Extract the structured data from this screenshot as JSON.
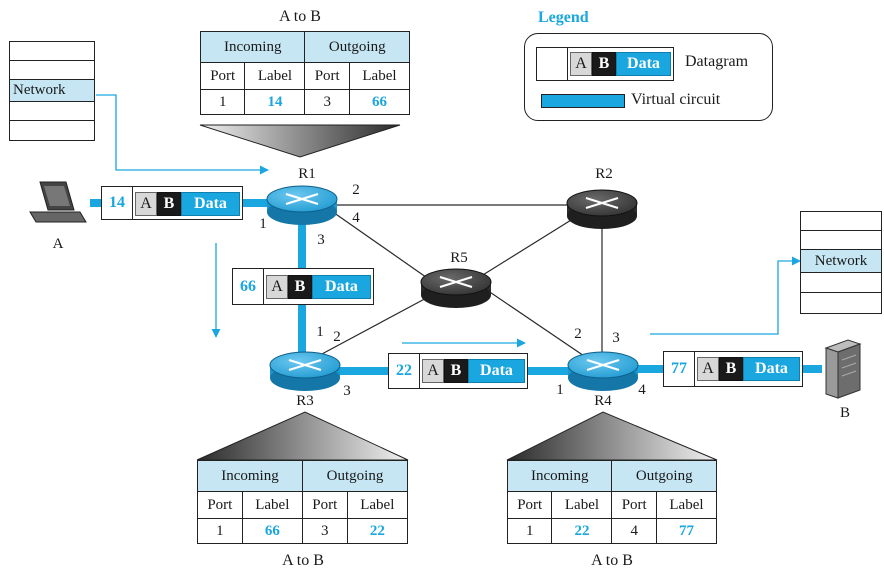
{
  "tables": {
    "r1": {
      "title": "A to B",
      "incoming": "Incoming",
      "outgoing": "Outgoing",
      "cols": [
        "Port",
        "Label",
        "Port",
        "Label"
      ],
      "row": [
        "1",
        "14",
        "3",
        "66"
      ]
    },
    "r3": {
      "title": "A to B",
      "incoming": "Incoming",
      "outgoing": "Outgoing",
      "cols": [
        "Port",
        "Label",
        "Port",
        "Label"
      ],
      "row": [
        "1",
        "66",
        "3",
        "22"
      ]
    },
    "r4": {
      "title": "A to B",
      "incoming": "Incoming",
      "outgoing": "Outgoing",
      "cols": [
        "Port",
        "Label",
        "Port",
        "Label"
      ],
      "row": [
        "1",
        "22",
        "4",
        "77"
      ]
    }
  },
  "legend": {
    "title": "Legend",
    "datagram": "Datagram",
    "virtual_circuit": "Virtual circuit",
    "a": "A",
    "b": "B",
    "data": "Data"
  },
  "nodes": {
    "r1": "R1",
    "r2": "R2",
    "r3": "R3",
    "r4": "R4",
    "r5": "R5",
    "host_a": "A",
    "host_b": "B"
  },
  "network_boxes": {
    "left": "Network",
    "right": "Network"
  },
  "packets": {
    "p1": {
      "label": "14",
      "a": "A",
      "b": "B",
      "data": "Data"
    },
    "p2": {
      "label": "66",
      "a": "A",
      "b": "B",
      "data": "Data"
    },
    "p3": {
      "label": "22",
      "a": "A",
      "b": "B",
      "data": "Data"
    },
    "p4": {
      "label": "77",
      "a": "A",
      "b": "B",
      "data": "Data"
    }
  },
  "ports": {
    "r1_1": "1",
    "r1_2": "2",
    "r1_3": "3",
    "r1_4": "4",
    "r3_1": "1",
    "r3_2": "2",
    "r3_3": "3",
    "r4_1": "1",
    "r4_2": "2",
    "r4_3": "3",
    "r4_4": "4"
  },
  "colors": {
    "accent": "#1aa6df",
    "table_header": "#c6e6f4",
    "router": "#3a3a3a"
  }
}
